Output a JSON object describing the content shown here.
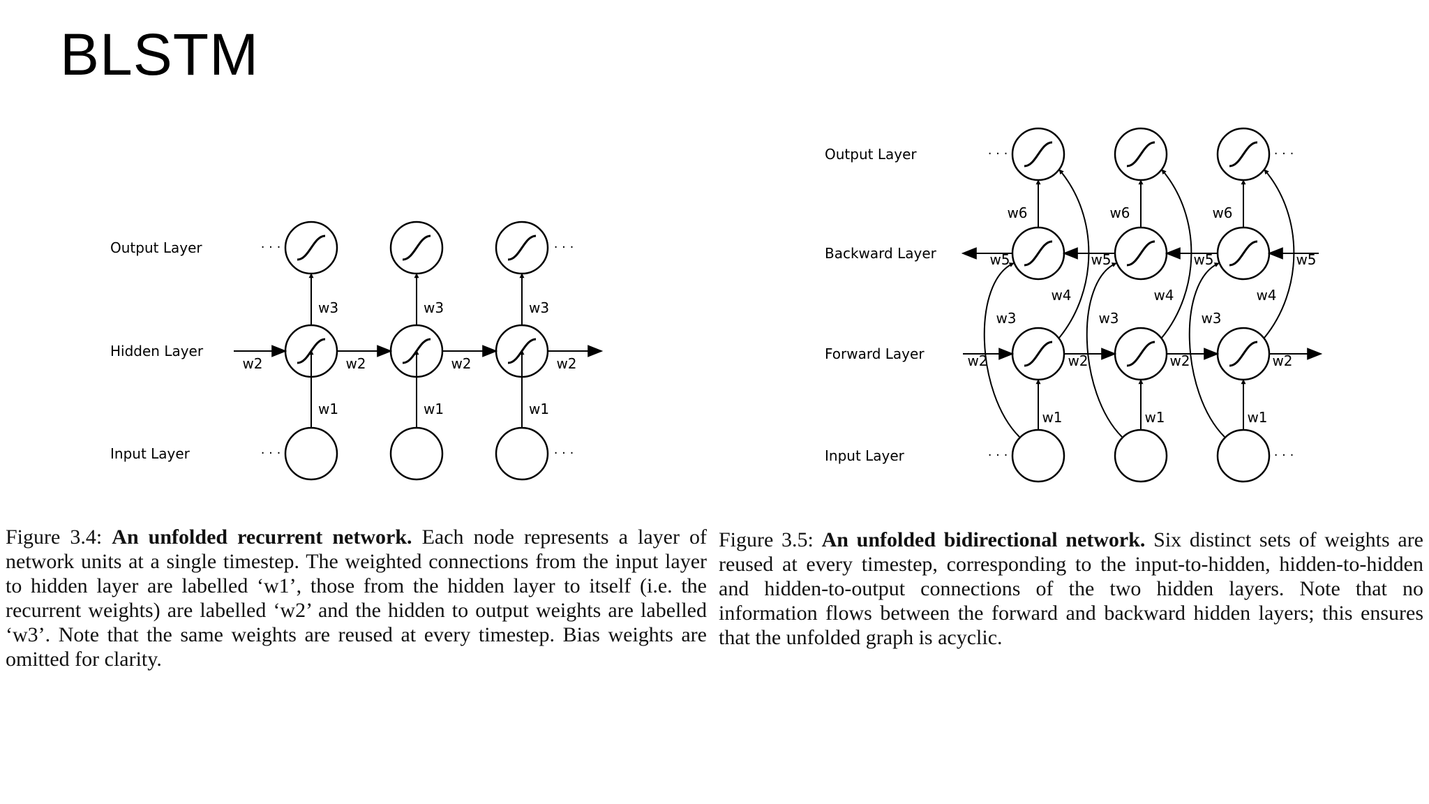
{
  "slide": {
    "title": "BLSTM"
  },
  "figure_left": {
    "layers": {
      "output": "Output Layer",
      "hidden": "Hidden Layer",
      "input": "Input Layer"
    },
    "weights": {
      "input_to_hidden": "w1",
      "recurrent": "w2",
      "hidden_to_output": "w3"
    },
    "ellipsis": "· · ·",
    "caption": {
      "label": "Figure 3.4:",
      "title": "An unfolded recurrent network.",
      "text": "Each node represents a layer of network units at a single timestep. The weighted connections from the input layer to hidden layer are labelled ‘w1’, those from the hidden layer to itself (i.e. the recurrent weights) are labelled ‘w2’ and the hidden to output weights are labelled ‘w3’. Note that the same weights are reused at every timestep. Bias weights are omitted for clarity."
    }
  },
  "figure_right": {
    "layers": {
      "output": "Output Layer",
      "backward": "Backward Layer",
      "forward": "Forward Layer",
      "input": "Input Layer"
    },
    "weights": {
      "input_to_forward": "w1",
      "forward_recurrent": "w2",
      "input_to_backward": "w3",
      "forward_to_output": "w4",
      "backward_recurrent": "w5",
      "backward_to_output": "w6"
    },
    "ellipsis": "· · ·",
    "caption": {
      "label": "Figure 3.5:",
      "title": "An unfolded bidirectional network.",
      "text": "Six distinct sets of weights are reused at every timestep, corresponding to the input-to-hidden, hidden-to-hidden and hidden-to-output connections of the two hidden layers. Note that no information flows between the forward and backward hidden layers; this ensures that the unfolded graph is acyclic."
    }
  }
}
